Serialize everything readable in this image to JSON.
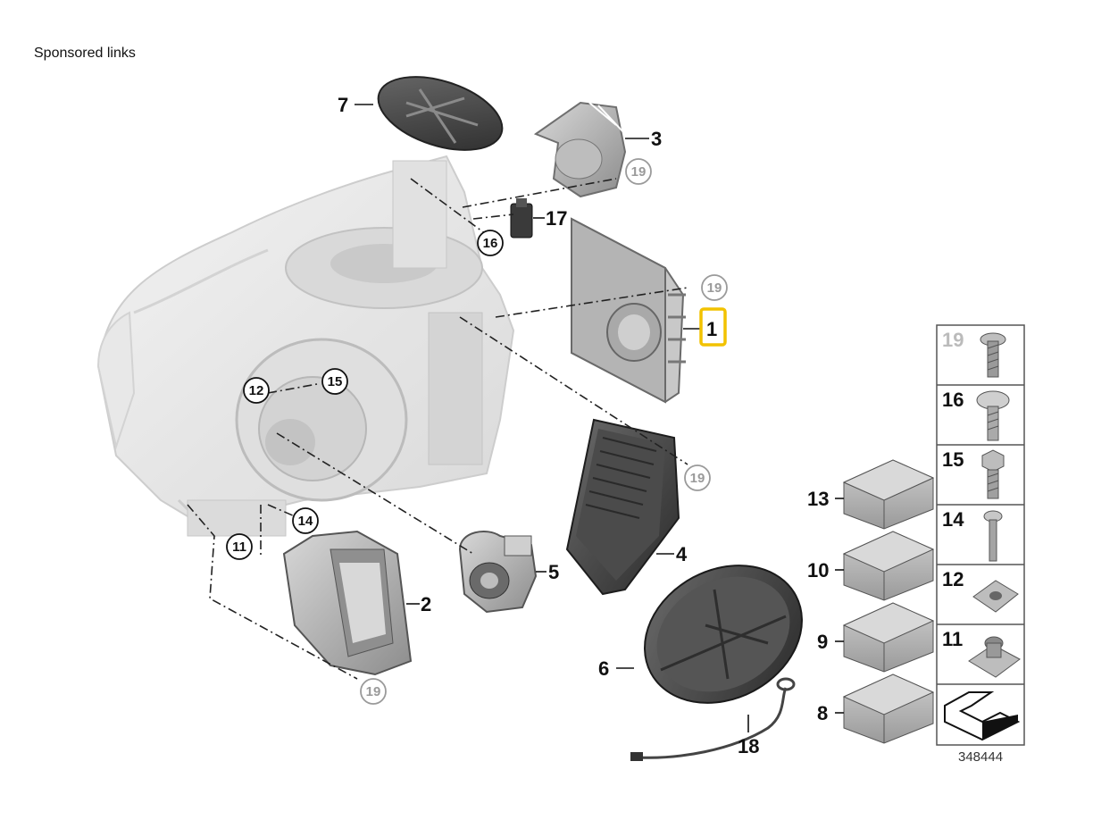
{
  "header": {
    "sponsored": "Sponsored links"
  },
  "callouts": {
    "c1": "1",
    "c2": "2",
    "c3": "3",
    "c4": "4",
    "c5": "5",
    "c6": "6",
    "c7": "7",
    "c8": "8",
    "c9": "9",
    "c10": "10",
    "c13": "13",
    "c17": "17",
    "c18": "18"
  },
  "circled": {
    "c11": "11",
    "c12": "12",
    "c14": "14",
    "c15": "15",
    "c16": "16",
    "c19a": "19",
    "c19b": "19",
    "c19c": "19",
    "c19d": "19"
  },
  "parts_table": {
    "rows": [
      {
        "label": "19",
        "icon": "torx-screw-icon",
        "greyed": true
      },
      {
        "label": "16",
        "icon": "round-head-screw-icon",
        "greyed": false
      },
      {
        "label": "15",
        "icon": "hex-flange-screw-icon",
        "greyed": false
      },
      {
        "label": "14",
        "icon": "long-screw-icon",
        "greyed": false
      },
      {
        "label": "12",
        "icon": "clip-nut-icon",
        "greyed": false
      },
      {
        "label": "11",
        "icon": "expanding-nut-icon",
        "greyed": false
      },
      {
        "label": "",
        "icon": "arrow-icon",
        "greyed": false
      }
    ],
    "reference_number": "348444"
  },
  "highlight_color": "#f2c200"
}
